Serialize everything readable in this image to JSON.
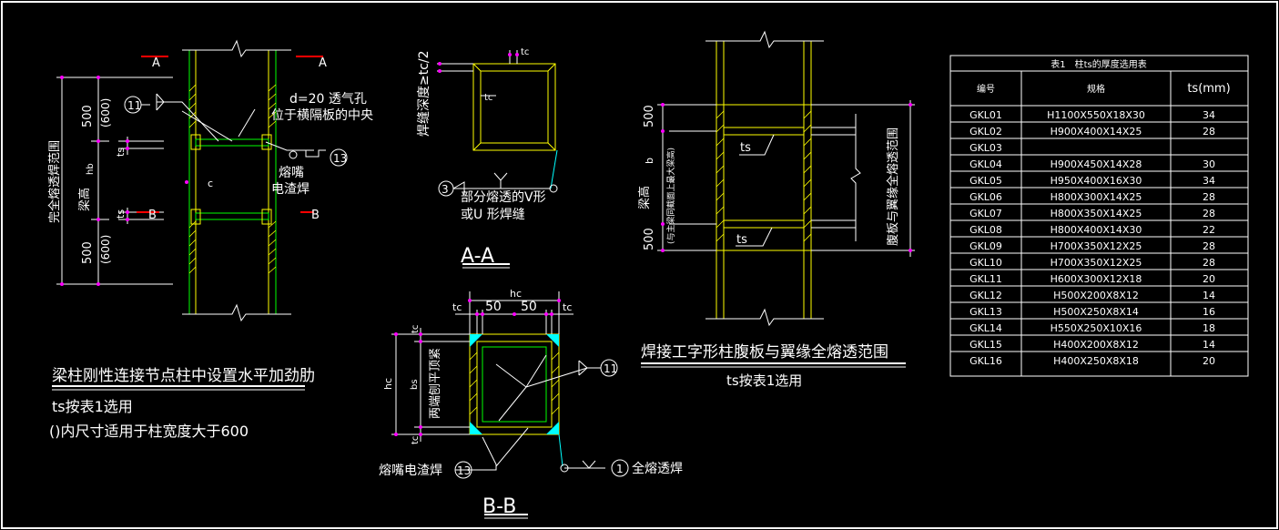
{
  "colors": {
    "background": "#000000",
    "yellow": "#ffff00",
    "white": "#ffffff",
    "magenta": "#ff00ff",
    "cyan": "#00ffff",
    "green": "#00ff00"
  },
  "left_detail": {
    "section_a": "A",
    "section_b": "B",
    "dim_500_top": "500",
    "dim_600_top": "(600)",
    "dim_500_bot": "500",
    "dim_600_bot": "(600)",
    "dim_hb": "hb",
    "dim_ts_top": "ts",
    "dim_ts_bot": "ts",
    "dim_c": "c",
    "label_full_pen_range": "完全熔透焊范围",
    "label_beam_height": "梁高",
    "weld_11": "11",
    "weld_13": "13",
    "hole_note_1": "d=20 透气孔",
    "hole_note_2": "位于横隔板的中央",
    "electroslag_1": "熔嘴",
    "electroslag_2": "电渣焊",
    "title": "梁柱刚性连接节点柱中设置水平加劲肋",
    "note_ts": "ts按表1选用",
    "note_paren": "()内尺寸适用于柱宽度大于600"
  },
  "section_aa": {
    "title": "A-A",
    "depth_label": "焊缝深度≥tc/2",
    "tc_top": "tc",
    "tc_left": "tc",
    "weld_3": "3",
    "note_1": "部分熔透的V形",
    "note_2": "或U 形焊缝"
  },
  "section_bb": {
    "title": "B-B",
    "hc_top": "hc",
    "dim_50_left": "50",
    "dim_50_right": "50",
    "tc_left": "tc",
    "tc_right": "tc",
    "tc_vert_top": "tc",
    "tc_vert_bot": "tc",
    "hc_side": "hc",
    "bs_side": "bs",
    "planing_note": "两端刨平顶紧",
    "weld_11": "11",
    "electroslag": "熔嘴电渣焊",
    "weld_13": "13",
    "weld_1": "1",
    "full_pen": "全熔透焊"
  },
  "right_detail": {
    "dim_500_top": "500",
    "dim_500_bot": "500",
    "dim_b": "b",
    "label_beam_height": "梁高",
    "label_beam_sub": "(与主梁同截面上最大梁高)",
    "label_ts_top": "ts",
    "label_ts_bot": "ts",
    "label_range": "腹板与翼缘全熔透范围",
    "title": "焊接工字形柱腹板与翼缘全熔透范围",
    "note_ts": "ts按表1选用"
  },
  "table": {
    "caption": "表1　柱ts的厚度选用表",
    "headers": [
      "编号",
      "规格",
      "ts(mm)"
    ],
    "rows": [
      [
        "GKL01",
        "H1100X550X18X30",
        "34"
      ],
      [
        "GKL02",
        "H900X400X14X25",
        "28"
      ],
      [
        "GKL03",
        "",
        ""
      ],
      [
        "GKL04",
        "H900X450X14X28",
        "30"
      ],
      [
        "GKL05",
        "H950X400X16X30",
        "34"
      ],
      [
        "GKL06",
        "H800X300X14X25",
        "28"
      ],
      [
        "GKL07",
        "H800X350X14X25",
        "28"
      ],
      [
        "GKL08",
        "H800X400X14X30",
        "22"
      ],
      [
        "GKL09",
        "H700X350X12X25",
        "28"
      ],
      [
        "GKL10",
        "H700X350X12X25",
        "28"
      ],
      [
        "GKL11",
        "H600X300X12X18",
        "20"
      ],
      [
        "GKL12",
        "H500X200X8X12",
        "14"
      ],
      [
        "GKL13",
        "H500X250X8X14",
        "16"
      ],
      [
        "GKL14",
        "H550X250X10X16",
        "18"
      ],
      [
        "GKL15",
        "H400X200X8X12",
        "14"
      ],
      [
        "GKL16",
        "H400X250X8X18",
        "20"
      ]
    ]
  }
}
